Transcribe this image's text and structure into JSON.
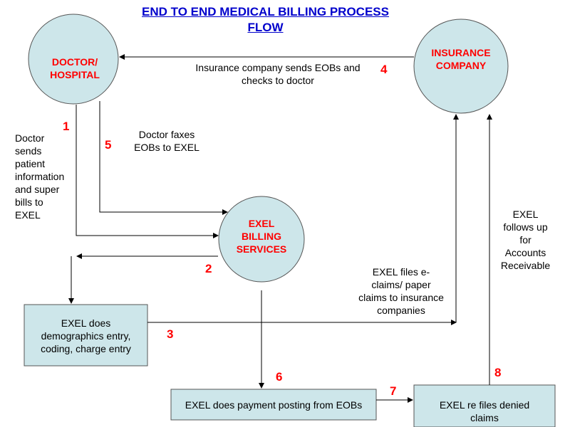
{
  "diagram": {
    "title_line1": "END TO END MEDICAL BILLING PROCESS",
    "title_line2": "FLOW",
    "nodes": {
      "doctor": {
        "line1": "DOCTOR/",
        "line2": "HOSPITAL"
      },
      "insurance": {
        "line1": "INSURANCE",
        "line2": "COMPANY"
      },
      "exel_billing": {
        "line1": "EXEL",
        "line2": "BILLING",
        "line3": "SERVICES"
      },
      "demographics": {
        "line1": "EXEL does",
        "line2": "demographics entry,",
        "line3": "coding, charge entry"
      },
      "payment_posting": {
        "line1": "EXEL does payment posting from EOBs"
      },
      "refiles": {
        "line1": "EXEL re files denied",
        "line2": "claims"
      }
    },
    "labels": {
      "doctor_sends": [
        "Doctor",
        "sends",
        "patient",
        "information",
        "and super",
        "bills to",
        "EXEL"
      ],
      "doctor_faxes": [
        "Doctor faxes",
        "EOBs to EXEL"
      ],
      "insurance_sends": [
        "Insurance company sends EOBs and",
        "checks to doctor"
      ],
      "exel_files": [
        "EXEL files e-",
        "claims/ paper",
        "claims to insurance",
        "companies"
      ],
      "exel_follows": [
        "EXEL",
        "follows up",
        "for",
        "Accounts",
        "Receivable"
      ]
    },
    "steps": [
      "1",
      "2",
      "3",
      "4",
      "5",
      "6",
      "7",
      "8"
    ],
    "colors": {
      "node_fill": "#cde6ea",
      "title": "#0000cc",
      "step": "#ff0000"
    }
  }
}
